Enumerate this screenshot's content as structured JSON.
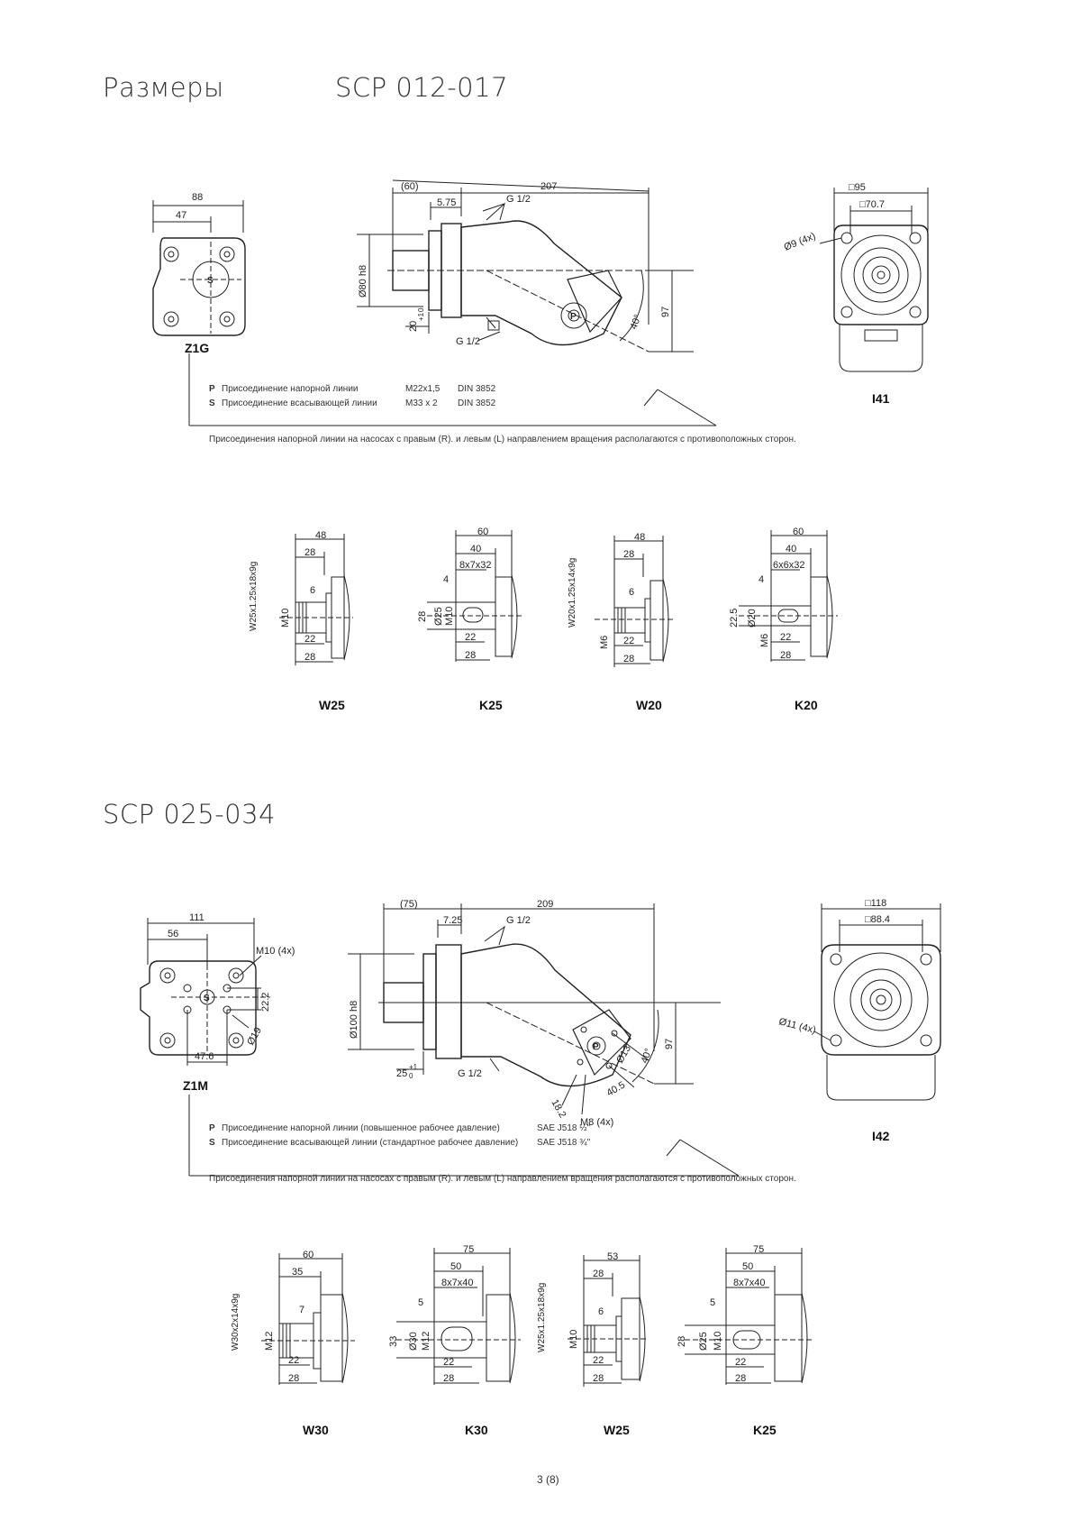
{
  "headings": {
    "page": "Размеры",
    "section1": "SCP 012-017",
    "section2": "SCP 025-034"
  },
  "section1": {
    "front_dims": [
      "88",
      "47"
    ],
    "front_label": "Z1G",
    "port_s": "S",
    "side_dims": [
      "(60)",
      "207",
      "5.75",
      "G 1/2",
      "Ø80 h8",
      "20",
      "+1",
      "0",
      "G 1/2",
      "40°",
      "97"
    ],
    "port_p": "P",
    "flange_dims": [
      "□95",
      "□70.7",
      "Ø9 (4x)"
    ],
    "flange_label": "I41",
    "ports": [
      {
        "letter": "P",
        "desc": "Присоединение напорной линии",
        "size": "M22x1,5",
        "std": "DIN 3852"
      },
      {
        "letter": "S",
        "desc": "Присоединение всасывающей линии",
        "size": "M33 x 2",
        "std": "DIN 3852"
      }
    ],
    "note": "Присоединения напорной линии на насосах с правым (R). и левым (L) направлением вращения располагаются с противоположных сторон.",
    "shafts": [
      {
        "label": "W25",
        "dims": [
          "48",
          "28",
          "6",
          "22",
          "28",
          "W25x1.25x18x9g",
          "M10"
        ]
      },
      {
        "label": "K25",
        "dims": [
          "60",
          "40",
          "8x7x32",
          "4",
          "28",
          "Ø25",
          "M10",
          "22",
          "28"
        ]
      },
      {
        "label": "W20",
        "dims": [
          "48",
          "28",
          "6",
          "22",
          "28",
          "W20x1.25x14x9g",
          "M6"
        ]
      },
      {
        "label": "K20",
        "dims": [
          "60",
          "40",
          "6x6x32",
          "4",
          "22.5",
          "Ø20",
          "M6",
          "22",
          "28"
        ]
      }
    ]
  },
  "section2": {
    "front_dims": [
      "111",
      "56",
      "M10 (4x)",
      "22.2",
      "47.6",
      "Ø19"
    ],
    "front_label": "Z1M",
    "port_s": "S",
    "side_dims": [
      "(75)",
      "209",
      "7.25",
      "G 1/2",
      "Ø100 h8",
      "25",
      "+1",
      "0",
      "G 1/2",
      "40°",
      "97",
      "Ø13",
      "40.5",
      "18.2",
      "M8 (4x)"
    ],
    "port_p": "P",
    "flange_dims": [
      "□118",
      "□88.4",
      "Ø11 (4x)"
    ],
    "flange_label": "I42",
    "ports": [
      {
        "letter": "P",
        "desc": "Присоединение напорной линии (повышенное рабочее давление)",
        "size": "SAE J518 ½\"",
        "std": ""
      },
      {
        "letter": "S",
        "desc": "Присоединение всасывающей линии (стандартное рабочее давление)",
        "size": "SAE J518 ¾\"",
        "std": ""
      }
    ],
    "note": "Присоединения напорной линии на насосах с правым (R). и левым (L) направлением вращения располагаются с противоположных сторон.",
    "shafts": [
      {
        "label": "W30",
        "dims": [
          "60",
          "35",
          "7",
          "22",
          "28",
          "W30x2x14x9g",
          "M12"
        ]
      },
      {
        "label": "K30",
        "dims": [
          "75",
          "50",
          "8x7x40",
          "5",
          "33",
          "Ø30",
          "M12",
          "22",
          "28"
        ]
      },
      {
        "label": "W25",
        "dims": [
          "53",
          "28",
          "6",
          "22",
          "28",
          "W25x1.25x18x9g",
          "M10"
        ]
      },
      {
        "label": "K25",
        "dims": [
          "75",
          "50",
          "8x7x40",
          "5",
          "28",
          "Ø25",
          "M10",
          "22",
          "28"
        ]
      }
    ]
  },
  "footer": "3 (8)"
}
